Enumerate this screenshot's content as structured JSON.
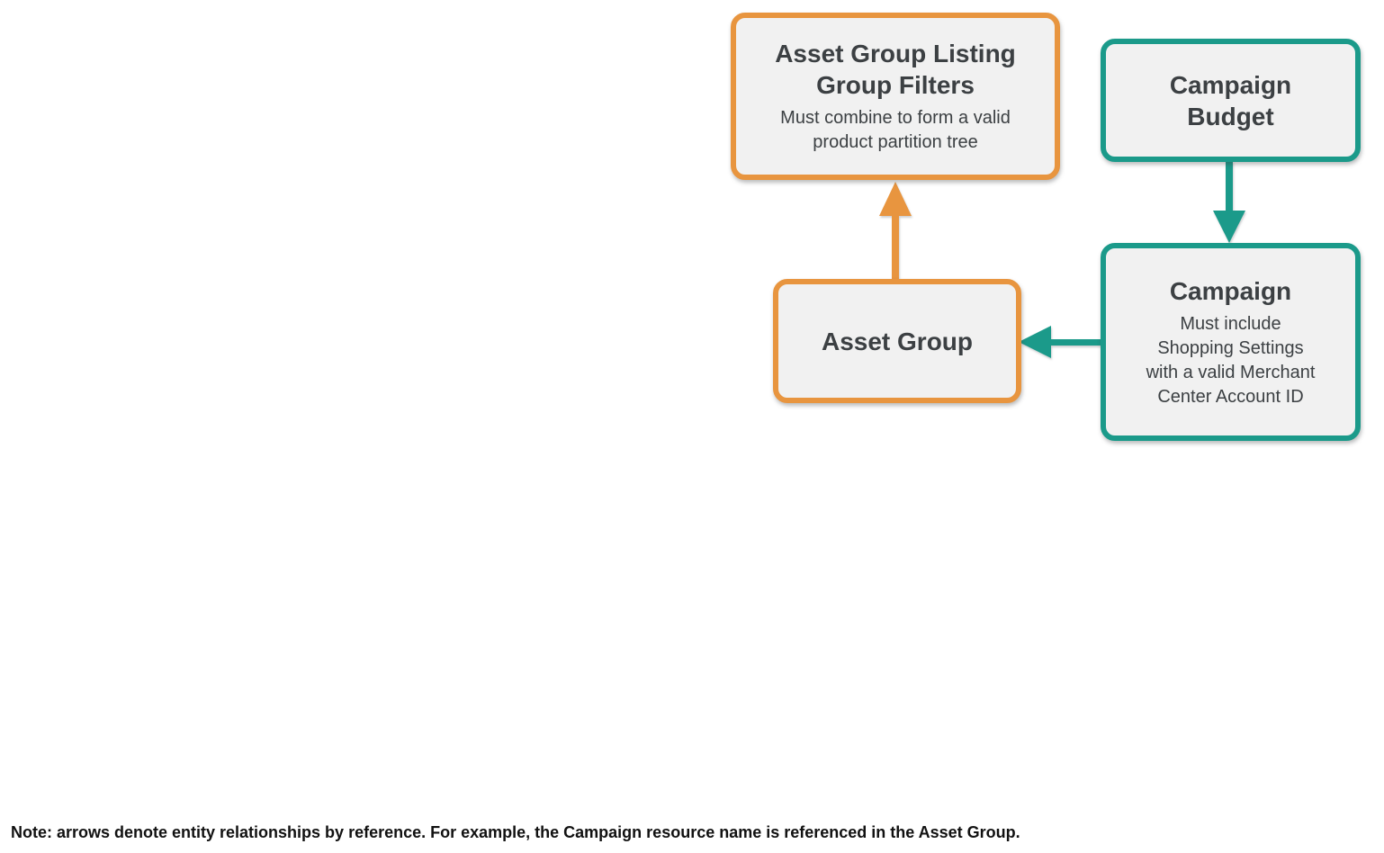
{
  "diagram": {
    "nodes": [
      {
        "id": "asset-group-listing-group-filters",
        "title": "Asset Group Listing\nGroup Filters",
        "subtitle": "Must combine to form a valid\nproduct partition tree",
        "accent": "orange"
      },
      {
        "id": "campaign-budget",
        "title": "Campaign\nBudget",
        "subtitle": "",
        "accent": "teal"
      },
      {
        "id": "asset-group",
        "title": "Asset Group",
        "subtitle": "",
        "accent": "orange"
      },
      {
        "id": "campaign",
        "title": "Campaign",
        "subtitle": "Must include\nShopping Settings\nwith a valid Merchant\nCenter Account ID",
        "accent": "teal"
      }
    ],
    "edges": [
      {
        "from": "asset-group",
        "to": "asset-group-listing-group-filters",
        "accent": "orange",
        "direction": "up"
      },
      {
        "from": "campaign-budget",
        "to": "campaign",
        "accent": "teal",
        "direction": "down"
      },
      {
        "from": "campaign",
        "to": "asset-group",
        "accent": "teal",
        "direction": "left"
      }
    ],
    "colors": {
      "orange": "#E8953F",
      "teal": "#1B9A8A",
      "box_fill": "#F1F1F1",
      "box_text": "#3C4043",
      "note_text": "#111111",
      "background": "#FFFFFF"
    }
  },
  "note": "Note: arrows denote entity relationships by reference. For example, the Campaign resource name is referenced in the Asset Group."
}
